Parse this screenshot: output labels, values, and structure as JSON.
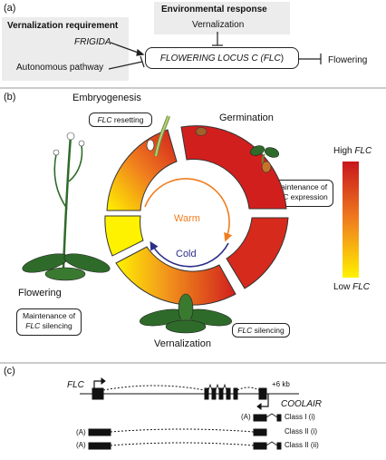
{
  "panel_a": {
    "label": "(a)",
    "left_header": "Vernalization requirement",
    "right_header": "Environmental response",
    "vernalization": "Vernalization",
    "frigida": "FRIGIDA",
    "autonomous": "Autonomous pathway",
    "flc_box_main": "FLOWERING LOCUS C (",
    "flc_box_abbr": "FLC",
    "flc_box_close": ")",
    "flowering": "Flowering"
  },
  "panel_b": {
    "label": "(b)",
    "embryogenesis": "Embryogenesis",
    "germination": "Germination",
    "flowering": "Flowering",
    "vernalization": "Vernalization",
    "warm": "Warm",
    "cold": "Cold",
    "flc_resetting_gene": "FLC",
    "flc_resetting_rest": " resetting",
    "maintenance_expr_line1": "Maintenance of",
    "maintenance_expr_gene": "FLC",
    "maintenance_expr_rest": " expression",
    "maintenance_sil_line1": "Maintenance of",
    "maintenance_sil_gene": "FLC",
    "maintenance_sil_rest": " silencing",
    "flc_silencing_gene": "FLC",
    "flc_silencing_rest": " silencing",
    "legend_high_word": "High ",
    "legend_high_gene": "FLC",
    "legend_low_word": "Low ",
    "legend_low_gene": "FLC",
    "colors": {
      "high": "#c8161d",
      "mid": "#f07d1e",
      "low": "#fff200",
      "warm": "#f07d1e",
      "cold": "#2b2f87"
    }
  },
  "panel_c": {
    "label": "(c)",
    "flc": "FLC",
    "plus6kb": "+6 kb",
    "coolair": "COOLAIR",
    "polyA": "(A)",
    "classes": [
      "Class I (i)",
      "Class II (i)",
      "Class II (ii)"
    ]
  }
}
